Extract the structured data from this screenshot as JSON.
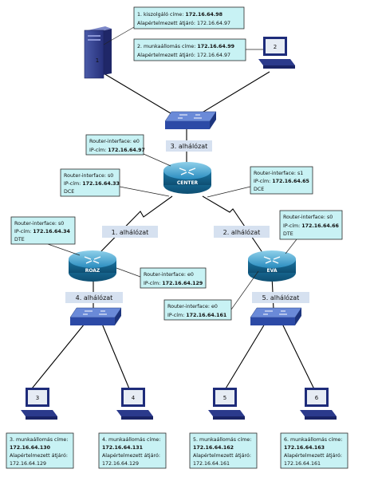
{
  "routers": {
    "center": "CENTER",
    "roaz": "ROAZ",
    "eva": "EVA"
  },
  "hosts": {
    "server": "1",
    "ws2": "2",
    "ws3": "3",
    "ws4": "4",
    "ws5": "5",
    "ws6": "6"
  },
  "subnets": {
    "s1": "1. alhálózat",
    "s2": "2. alhálózat",
    "s3": "3. alhálózat",
    "s4": "4. alhálózat",
    "s5": "5. alhálózat"
  },
  "callouts": {
    "server": {
      "l1a": "1. kiszolgáló címe: ",
      "l1b": "172.16.64.98",
      "l2a": "Alapértelmezett átjáró: ",
      "l2b": "172.16.64.97"
    },
    "ws2": {
      "l1a": "2. munkaállomás címe: ",
      "l1b": "172.16.64.99",
      "l2a": "Alapértelmezett átjáró: ",
      "l2b": "172.16.64.97"
    },
    "center_e0": {
      "l1": "Router-interface: e0",
      "l2a": "IP-cím: ",
      "l2b": "172.16.64.97"
    },
    "center_s0": {
      "l1": "Router-interface: s0",
      "l2a": "IP-cím: ",
      "l2b": "172.16.64.33",
      "l3": "DCE"
    },
    "center_s1": {
      "l1": "Router-interface: s1",
      "l2a": "IP-cím: ",
      "l2b": "172.16.64.65",
      "l3": "DCE"
    },
    "roaz_s0": {
      "l1": "Router-interface: s0",
      "l2a": "IP-cím: ",
      "l2b": "172.16.64.34",
      "l3": "DTE"
    },
    "eva_s0": {
      "l1": "Router-interface: s0",
      "l2a": "IP-cím: ",
      "l2b": "172.16.64.66",
      "l3": "DTE"
    },
    "roaz_e0": {
      "l1": "Router-interface: e0",
      "l2a": "IP-cím: ",
      "l2b": "172.16.64.129"
    },
    "eva_e0": {
      "l1": "Router-interface: e0",
      "l2a": "IP-cím: ",
      "l2b": "172.16.64.161"
    },
    "ws3": {
      "l1": "3. munkaállomás címe:",
      "l2": "172.16.64.130",
      "l3": "Alapértelmezett átjáró:",
      "l4": "172.16.64.129"
    },
    "ws4": {
      "l1": "4. munkaállomás címe:",
      "l2": "172.16.64.131",
      "l3": "Alapértelmezett átjáró:",
      "l4": "172.16.64.129"
    },
    "ws5": {
      "l1": "5. munkaállomás címe:",
      "l2": "172.16.64.162",
      "l3": "Alapértelmezett átjáró:",
      "l4": "172.16.64.161"
    },
    "ws6": {
      "l1": "6. munkaállomás címe:",
      "l2": "172.16.64.163",
      "l3": "Alapértelmezett átjáró:",
      "l4": "172.16.64.161"
    }
  },
  "colors": {
    "callout_fill": "#c8f2f4",
    "router_blue": "#1e7fa8",
    "switch_blue": "#3a5fb8",
    "subnet_label_fill": "#d6e1f0"
  }
}
